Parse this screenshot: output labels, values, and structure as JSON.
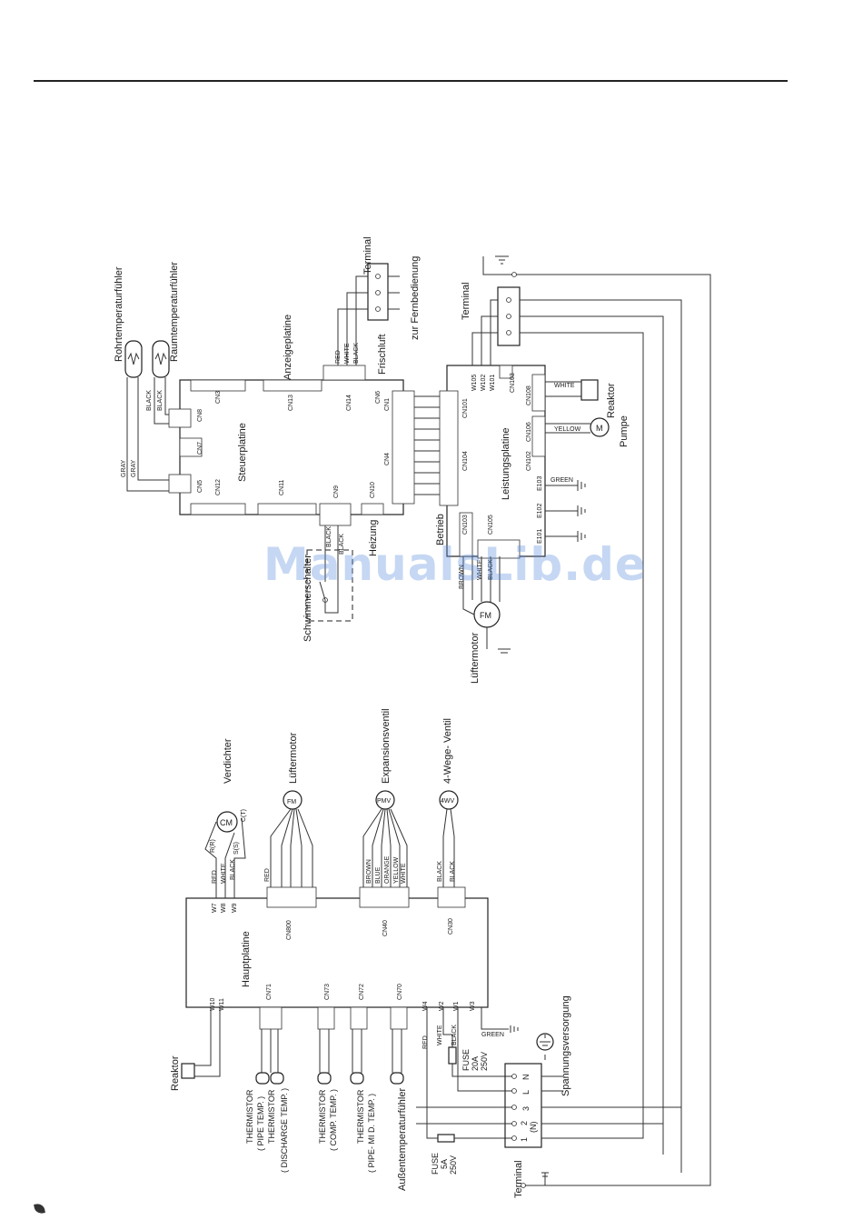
{
  "watermark": "ManualsLib.de",
  "indoor": {
    "boards": {
      "steuerplatine": "Steuerplatine",
      "anzeigeplatine": "Anzeigeplatine",
      "leistungsplatine": "Leistungsplatine"
    },
    "sensors": {
      "rohr": "Rohrtemperaturfühler",
      "raum": "Raumtemperaturfühler"
    },
    "terminal_top": "Terminal",
    "terminal_right": "Terminal",
    "zur_fernbedienung": "zur Fernbedienung",
    "frischluft": "Frischluft",
    "heizung": "Heizung",
    "betrieb": "Betrieb",
    "schwimmerschalter": "Schwimmerschalter",
    "luftermotor": "Lüftermotor",
    "reaktor": "Reaktor",
    "pumpe": "Pumpe",
    "fm": "FM",
    "m": "M",
    "cn_left": [
      "CN5",
      "CN7",
      "CN8",
      "CN3",
      "CN13",
      "CN14",
      "CN12",
      "CN11",
      "CN9",
      "CN10",
      "CN6",
      "CN1",
      "CN4"
    ],
    "cn_right": [
      "CN101",
      "CN104",
      "CN103",
      "CN105",
      "CN103",
      "CN108",
      "CN106",
      "CN102",
      "E103",
      "E102",
      "E101"
    ],
    "w_right": [
      "W105",
      "W102",
      "W101"
    ],
    "wire_colors": [
      "GRAY",
      "GRAY",
      "BLACK",
      "BLACK",
      "RED",
      "WHITE",
      "BLACK",
      "BLACK",
      "BLACK",
      "GREEN",
      "YELLOW",
      "WHITE",
      "BROWN",
      "WHITE",
      "BLACK"
    ]
  },
  "outdoor": {
    "hauptplatine": "Hauptplatine",
    "verdichter": "Verdichter",
    "luftermotor": "Lüftermotor",
    "expansionsventil": "Expansionsventil",
    "vierwege": "4-Wege- Ventil",
    "reaktor": "Reaktor",
    "spannungsversorgung": "Spannungsversorgung",
    "aussen": "Außentemperaturfühler",
    "terminal": "Terminal",
    "cm": "CM",
    "fm": "FM",
    "pmv": "PMV",
    "fwv": "4WV",
    "rr": "R(R)",
    "ss": "S(S)",
    "ct": "C(T)",
    "w_top": [
      "W7",
      "W8",
      "W9"
    ],
    "cn_top": [
      "CN800",
      "CN40",
      "CN30"
    ],
    "w_bottom": [
      "W10",
      "W11",
      "W4",
      "W2",
      "W1",
      "W3"
    ],
    "cn_bottom": [
      "CN71",
      "CN73",
      "CN72",
      "CN70"
    ],
    "thermistors": [
      {
        "name": "THERMISTOR",
        "sub": "( PIPE TEMP. )"
      },
      {
        "name": "THERMISTOR",
        "sub": "( DISCHARGE TEMP. )"
      },
      {
        "name": "THERMISTOR",
        "sub": "( COMP. TEMP. )"
      },
      {
        "name": "THERMISTOR",
        "sub": "( PIPE- MI D. TEMP. )"
      }
    ],
    "fuse1": {
      "name": "FUSE",
      "rating": "20A",
      "voltage": "250V"
    },
    "fuse2": {
      "name": "FUSE",
      "rating": "5A",
      "voltage": "250V"
    },
    "terminal_labels": [
      "N",
      "L",
      "3",
      "2",
      "(N)",
      "1"
    ],
    "wire_colors": [
      "RED",
      "WHITE",
      "BLACK",
      "RED",
      "BROWN",
      "BLUE",
      "ORANGE",
      "YELLOW",
      "WHITE",
      "BLACK",
      "BLACK",
      "GREEN",
      "RED",
      "WHITE",
      "BLACK"
    ]
  }
}
